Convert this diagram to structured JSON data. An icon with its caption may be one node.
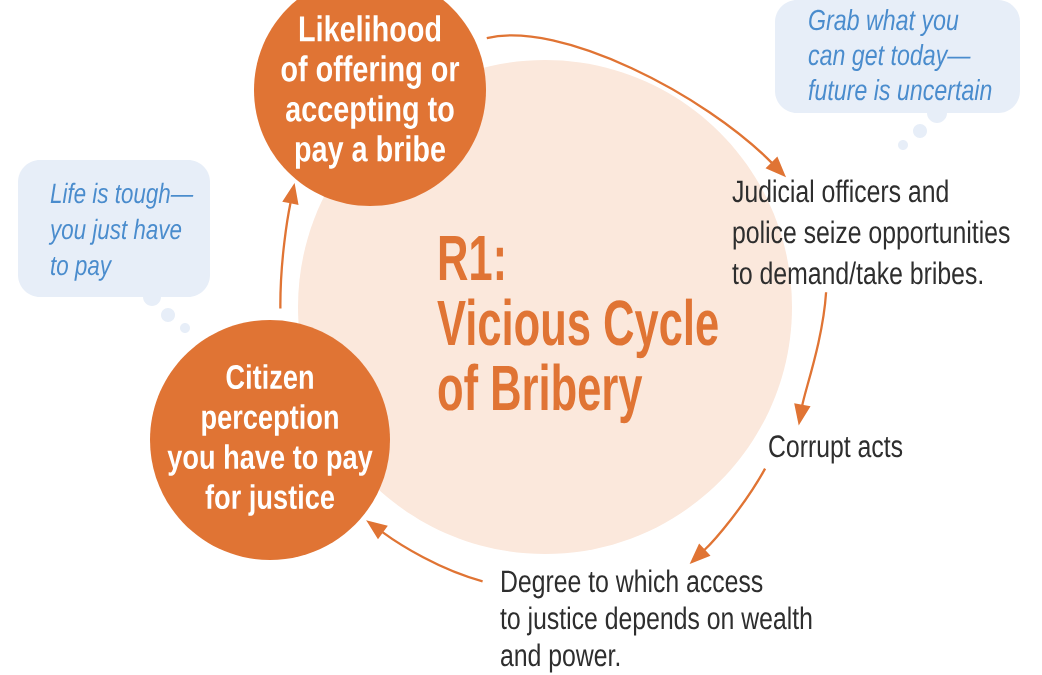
{
  "diagram": {
    "nodes": [
      {
        "text": [
          "R1: Vicious Cycle of Bribery"
        ]
      },
      {
        "text": [
          "Likelihood of offering or accepting to pay a bribe"
        ]
      },
      {
        "text": [
          "Judicial officers and police seize opportunities to demand/take bribes."
        ]
      },
      {
        "text": [
          "Corrupt acts"
        ]
      },
      {
        "text": [
          "Degree to which access to justice depends on wealth and power."
        ]
      },
      {
        "text": [
          "Citizen perception you have to pay for justice"
        ]
      },
      {
        "text": [
          "Life is tough—you just have to pay"
        ]
      },
      {
        "text": [
          "Grab what you can get today—future is uncertain"
        ]
      }
    ],
    "edges": [
      {
        "from": 1,
        "to": 2,
        "arrow": "to"
      },
      {
        "from": 2,
        "to": 3,
        "arrow": "to"
      },
      {
        "from": 3,
        "to": 4,
        "arrow": "to"
      },
      {
        "from": 4,
        "to": 5,
        "arrow": "to"
      },
      {
        "from": 5,
        "to": 1,
        "arrow": "to"
      }
    ]
  }
}
